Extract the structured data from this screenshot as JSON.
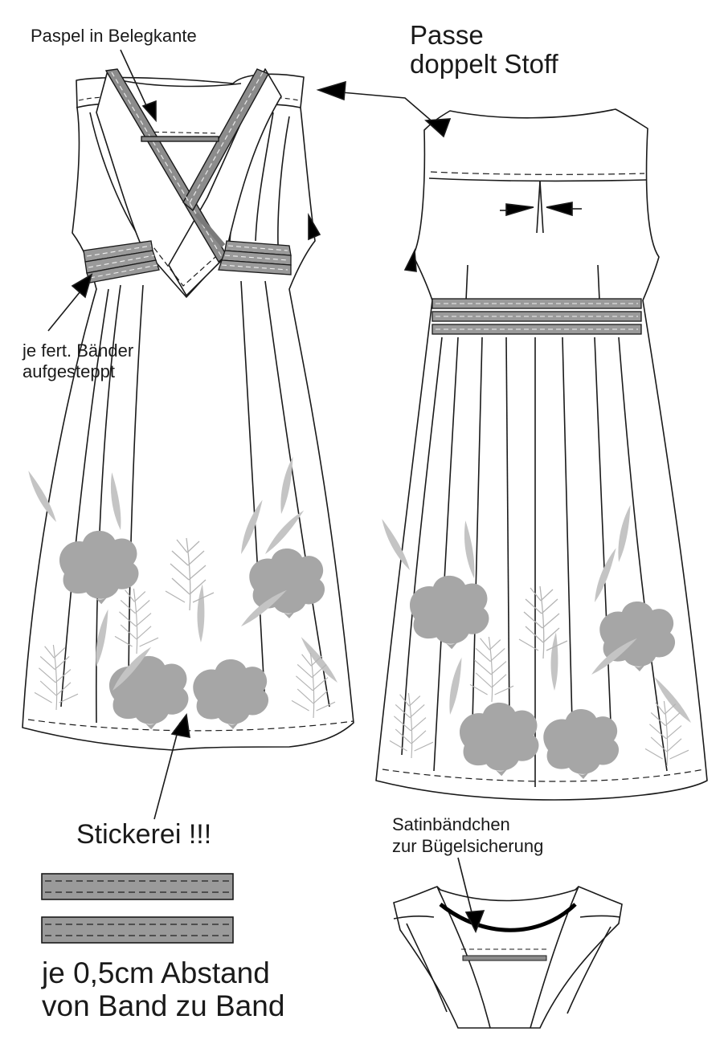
{
  "labels": {
    "paspel": "Paspel in Belegkante",
    "passe_line1": "Passe",
    "passe_line2": "doppelt Stoff",
    "baender_line1": "je fert. Bänder",
    "baender_line2": "aufgesteppt",
    "stickerei": "Stickerei !!!",
    "satin_line1": "Satinbändchen",
    "satin_line2": "zur Bügelsicherung",
    "abstand_line1": "je 0,5cm Abstand",
    "abstand_line2": "von Band zu Band"
  },
  "colors": {
    "line": "#1a1a1a",
    "band_fill": "#9a9a9a",
    "piping_fill": "#8c8c8c",
    "embroidery_dark": "#a6a6a6",
    "embroidery_light": "#c4c4c4",
    "paper": "#ffffff"
  }
}
